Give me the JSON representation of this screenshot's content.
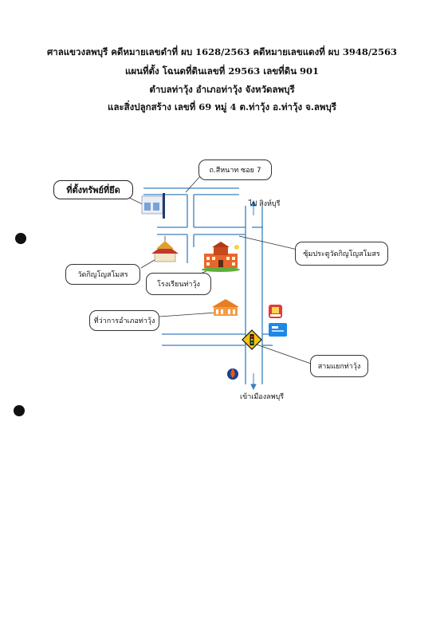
{
  "header": {
    "line1": "ศาลแขวงลพบุรี คดีหมายเลขดำที่ ผบ 1628/2563 คดีหมายเลขแดงที่ ผบ 3948/2563",
    "line2": "แผนที่ตั้ง  โฉนดที่ดินเลขที่ 29563  เลขที่ดิน 901",
    "line3": "ตำบลท่าวุ้ง  อำเภอท่าวุ้ง  จังหวัดลพบุรี",
    "line4": "และสิ่งปลูกสร้าง เลขที่ 69  หมู่ 4  ต.ท่าวุ้ง อ.ท่าวุ้ง จ.ลพบุรี"
  },
  "map": {
    "callouts": {
      "soi": "ถ.สีหนาท ซอย 7",
      "property": "ที่ตั้งทรัพย์ที่ยึด",
      "temple_gate": "ซุ้มประตูวัดกิญโญสโมสร",
      "temple": "วัดกิญโญสโมสร",
      "school": "โรงเรียนท่าวุ้ง",
      "district_office": "ที่ว่าการอำเภอท่าวุ้ง",
      "intersection": "สามแยกท่าวุ้ง"
    },
    "road_labels": {
      "to_singburi": "ไป สิงห์บุรี",
      "to_lopburi": "เข้าเมืองลพบุรี"
    },
    "colors": {
      "road": "#3a7fc0",
      "temple_roof": "#c0392b",
      "school": "#d35400",
      "office": "#e67e22",
      "bank": "#1e88e5",
      "shop": "#e53935",
      "traffic_sign": "#f1c40f"
    },
    "icons": [
      "house-icon",
      "temple-icon",
      "school-icon",
      "government-office-icon",
      "traffic-light-sign-icon",
      "convenience-store-icon",
      "bank-icon",
      "gas-station-icon"
    ]
  }
}
